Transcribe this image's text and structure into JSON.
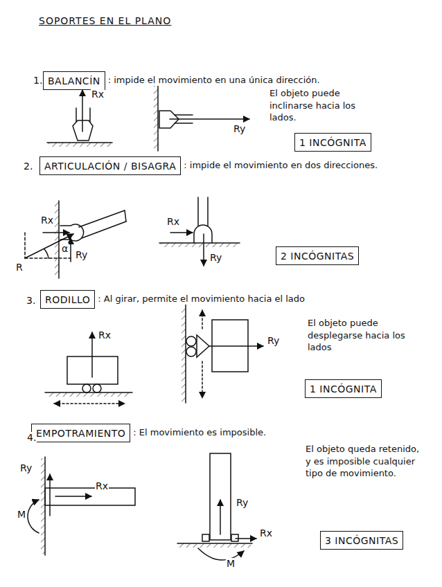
{
  "diagram": {
    "title": "SOPORTES EN EL PLANO",
    "nodes": [
      {
        "text": [
          "BALANCÍN"
        ]
      },
      {
        "text": [
          "1 INCÓGNITA"
        ]
      },
      {
        "text": [
          "ARTICULACIÓN / BISAGRA"
        ]
      },
      {
        "text": [
          "2 INCÓGNITAS"
        ]
      },
      {
        "text": [
          "RODILLO"
        ]
      },
      {
        "text": [
          "1 INCÓGNITA"
        ]
      },
      {
        "text": [
          "EMPOTRAMIENTO"
        ]
      },
      {
        "text": [
          "3 INCÓGNITAS"
        ]
      }
    ],
    "labels": [
      "1.",
      ": impide el movimiento en una única dirección.",
      "Rx",
      "El objeto puede inclinarse hacia los lados.",
      "Ry",
      "2.",
      ": impide el movimiento en dos direcciones.",
      "Rx",
      "α",
      "Ry",
      "R",
      "Rx",
      "Ry",
      "3.",
      ": Al girar, permite el movimiento hacia el lado",
      "Rx",
      "El objeto puede desplegarse hacia los lados",
      "Ry",
      "4.",
      ": El movimiento es imposible.",
      "Ry",
      "El objeto queda retenido, y es imposible cualquier tipo de movimiento.",
      "Rx",
      "M",
      "Ry",
      "Rx",
      "M"
    ]
  }
}
